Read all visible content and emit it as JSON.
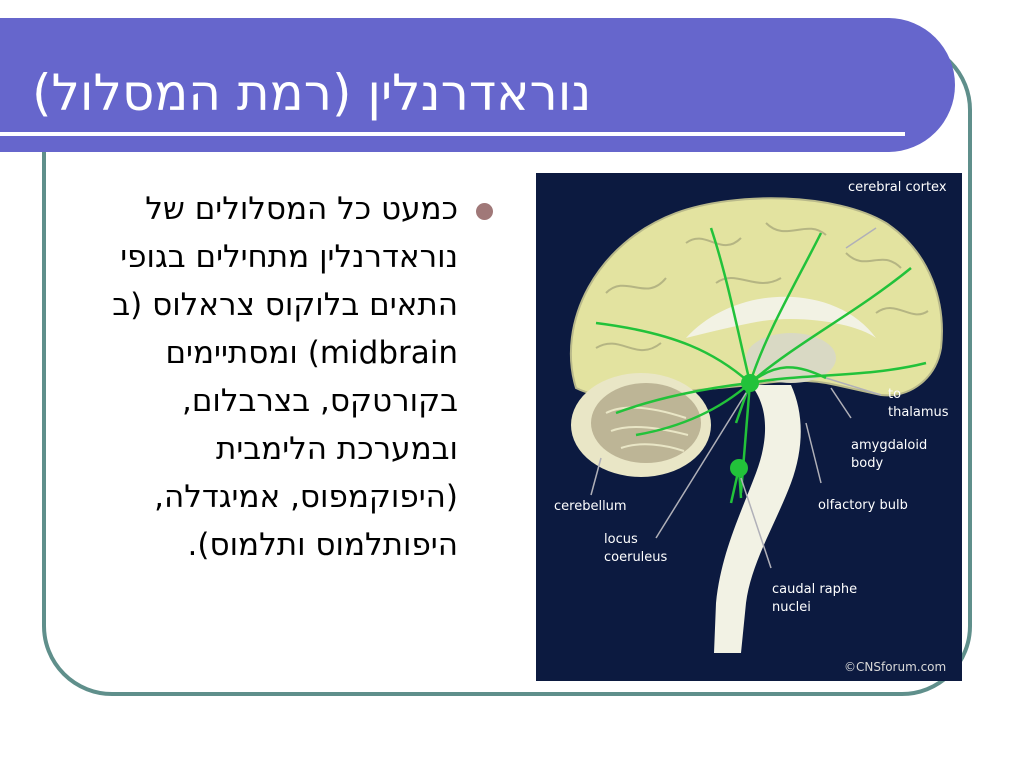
{
  "slide": {
    "title": "נוראדרנלין (רמת המסלול)",
    "body": "כמעט כל המסלולים של נוראדרנלין מתחילים בגופי התאים בלוקוס צראלוס (ב midbrain) ומסתיימים בקורטקס, בצרבלום, ובמערכת הלימבית (היפוקמפוס, אמיגדלה, היפותלמוס ותלמוס)."
  },
  "diagram": {
    "labels": {
      "cerebral_cortex": "cerebral cortex",
      "to": "to",
      "thalamus": "thalamus",
      "amygdaloid": "amygdaloid",
      "body": "body",
      "cerebellum": "cerebellum",
      "olfactory_bulb": "olfactory bulb",
      "locus": "locus",
      "coeruleus": "coeruleus",
      "caudal_raphe": "caudal raphe",
      "nuclei": "nuclei",
      "credit": "©CNSforum.com"
    },
    "colors": {
      "background": "#0c1a40",
      "cortex": "#e3e3a0",
      "brainstem": "#f2f2e4",
      "pathway": "#22c23a"
    }
  }
}
